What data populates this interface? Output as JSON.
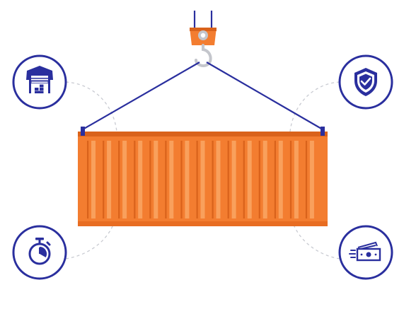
{
  "colors": {
    "navy": "#2a2f9e",
    "orange": "#f37d30",
    "orange_dark": "#d9621b",
    "orange_light": "#f9a05c",
    "hook_gray": "#c4c6cc",
    "dash_gray": "#c9cbd2",
    "white": "#ffffff"
  },
  "diagram": {
    "center": "shipping-container-on-crane-hook",
    "corner_icons": [
      {
        "position": "top-left",
        "icon": "warehouse-icon"
      },
      {
        "position": "top-right",
        "icon": "security-shield-check-icon"
      },
      {
        "position": "bottom-left",
        "icon": "stopwatch-icon"
      },
      {
        "position": "bottom-right",
        "icon": "fast-money-icon"
      }
    ]
  }
}
